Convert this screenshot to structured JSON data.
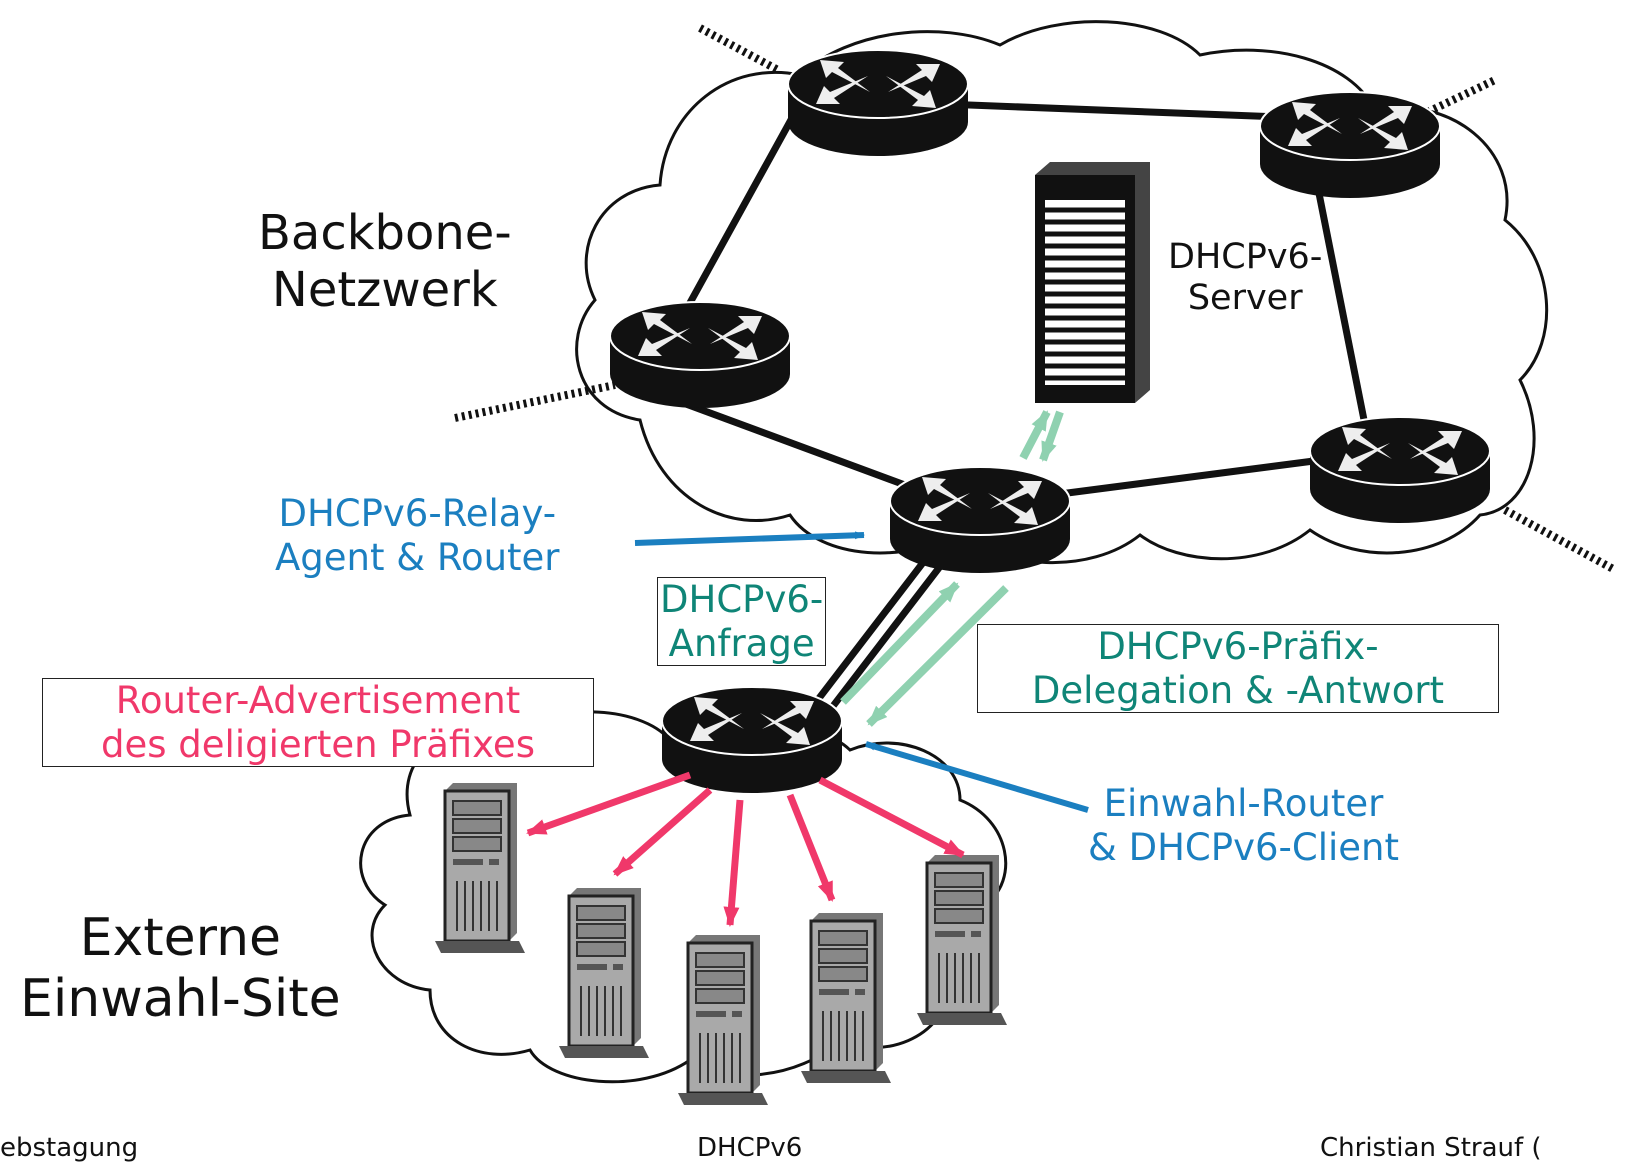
{
  "labels": {
    "backbone": [
      "Backbone-",
      "Netzwerk"
    ],
    "dhcp_server": [
      "DHCPv6-",
      "Server"
    ],
    "relay_agent": [
      "DHCPv6-Relay-",
      "Agent & Router"
    ],
    "request": [
      "DHCPv6-",
      "Anfrage"
    ],
    "prefix_delegation": [
      "DHCPv6-Präfix-",
      "Delegation & -Antwort"
    ],
    "router_advertisement": [
      "Router-Advertisement",
      "des deligierten Präfixes"
    ],
    "dialin_client": [
      "Einwahl-Router",
      "& DHCPv6-Client"
    ],
    "external_site": [
      "Externe",
      "Einwahl-Site"
    ]
  },
  "footer": {
    "left": "ebstagung",
    "center": "DHCPv6",
    "right": "Christian Strauf ("
  },
  "colors": {
    "black": "#111111",
    "blue_arrow": "#1b7fc0",
    "green_arrow": "#8fd1b0",
    "pink_arrow": "#f0386a",
    "teal_text": "#0f8577"
  },
  "icons": {
    "router": "router-icon",
    "server": "rack-server-icon",
    "host": "tower-pc-icon",
    "cloud": "network-cloud-icon"
  }
}
